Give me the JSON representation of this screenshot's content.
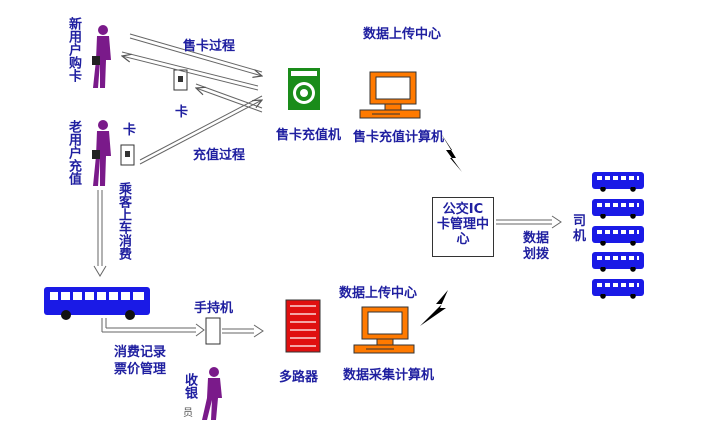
{
  "labels": {
    "new_user": "新用户购卡",
    "old_user": "老用户充值",
    "card_right": "卡",
    "card_mid": "卡",
    "sale_process": "售卡过程",
    "recharge_process": "充值过程",
    "sale_machine": "售卡充值机",
    "upload_top": "数据上传中心",
    "sale_computer": "售卡充值计算机",
    "center_box": [
      "公交IC",
      "卡管理中",
      "心"
    ],
    "driver": "司机",
    "data_alloc_1": "数据",
    "data_alloc_2": "划拨",
    "boarding": "乘客上车消费",
    "handheld": "手持机",
    "upload_bottom": "数据上传中心",
    "record_1": "消费记录",
    "record_2": "票价管理",
    "router": "多路器",
    "collect_computer": "数据采集计算机",
    "cashier_main": "收银",
    "cashier_small": "员"
  },
  "colors": {
    "text": "#1f1fa0",
    "person": "#7a1a8a",
    "bus": "#1a1ae6",
    "computer": "#ff7a00",
    "green_machine": "#1a8c1a",
    "router": "#e01010"
  }
}
